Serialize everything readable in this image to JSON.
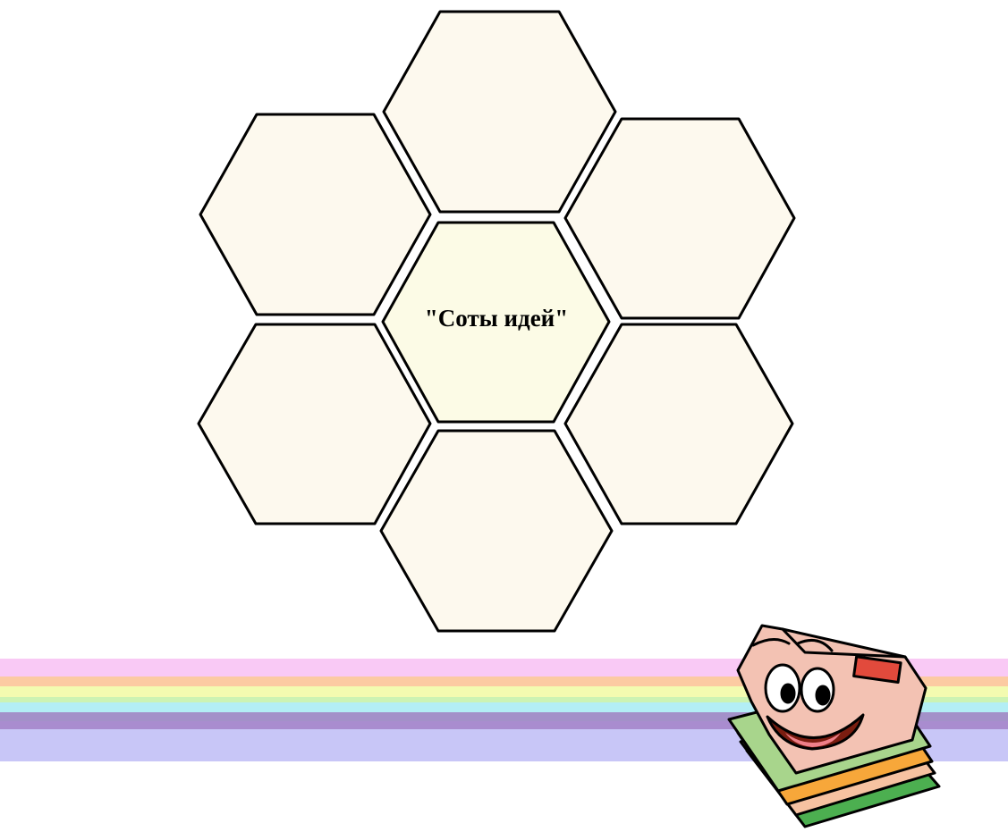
{
  "slide": {
    "title": "\"Соты идей\"",
    "hexagon_count": 7,
    "colors": {
      "hex_fill_outer": "#fdf9ee",
      "hex_fill_center": "#fcfbe6",
      "hex_stroke": "#000000",
      "stripes": [
        "#f9c9f5",
        "#fccaa2",
        "#f3fbb0",
        "#ccf3b3",
        "#b3eef5",
        "#9f8cc5",
        "#a98ccf",
        "#c8c6f7"
      ]
    },
    "decorations": {
      "stripes": "rainbow-stripes",
      "mascot": "folder-mascot-icon"
    }
  }
}
